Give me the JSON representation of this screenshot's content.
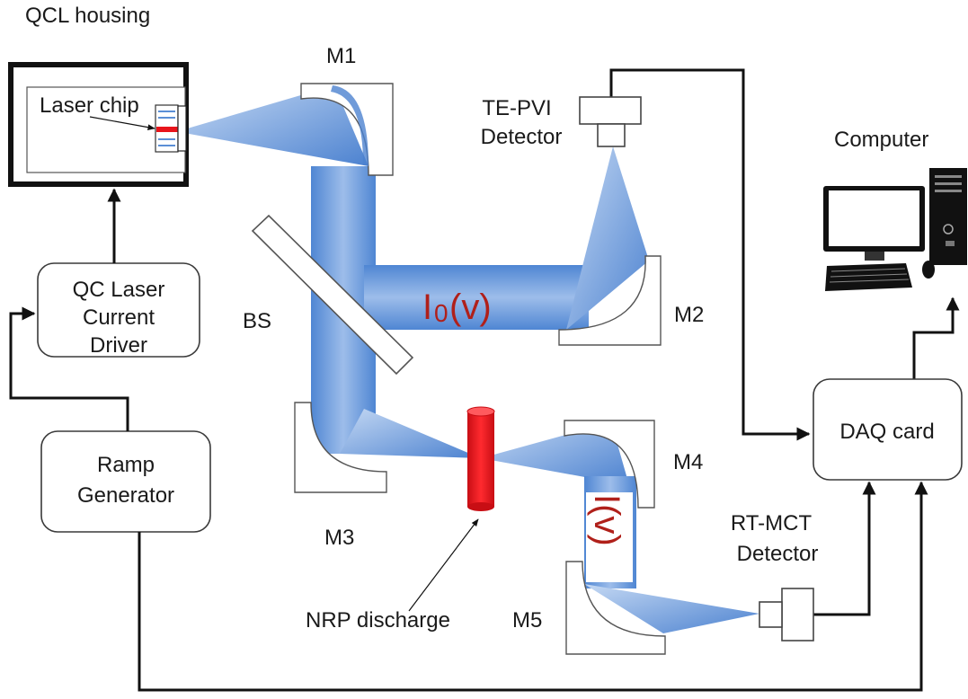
{
  "labels": {
    "qcl_housing": "QCL housing",
    "laser_chip": "Laser chip",
    "m1": "M1",
    "m2": "M2",
    "m3": "M3",
    "m4": "M4",
    "m5": "M5",
    "bs": "BS",
    "te_pvi_line1": "TE-PVI",
    "te_pvi_line2": "Detector",
    "computer": "Computer",
    "driver_line1": "QC Laser",
    "driver_line2": "Current",
    "driver_line3": "Driver",
    "ramp_line1": "Ramp",
    "ramp_line2": "Generator",
    "daq": "DAQ card",
    "rt_mct_line1": "RT-MCT",
    "rt_mct_line2": "Detector",
    "nrp": "NRP discharge",
    "i0": "I",
    "i0_sub": "0",
    "i0_arg": "(v)",
    "iv": "I(v)"
  },
  "colors": {
    "beam": "#5b8fd6",
    "beam_light": "#aac6ee",
    "discharge": "#e8141b",
    "text": "#1a1a1a",
    "beam_text": "#b0201a"
  }
}
